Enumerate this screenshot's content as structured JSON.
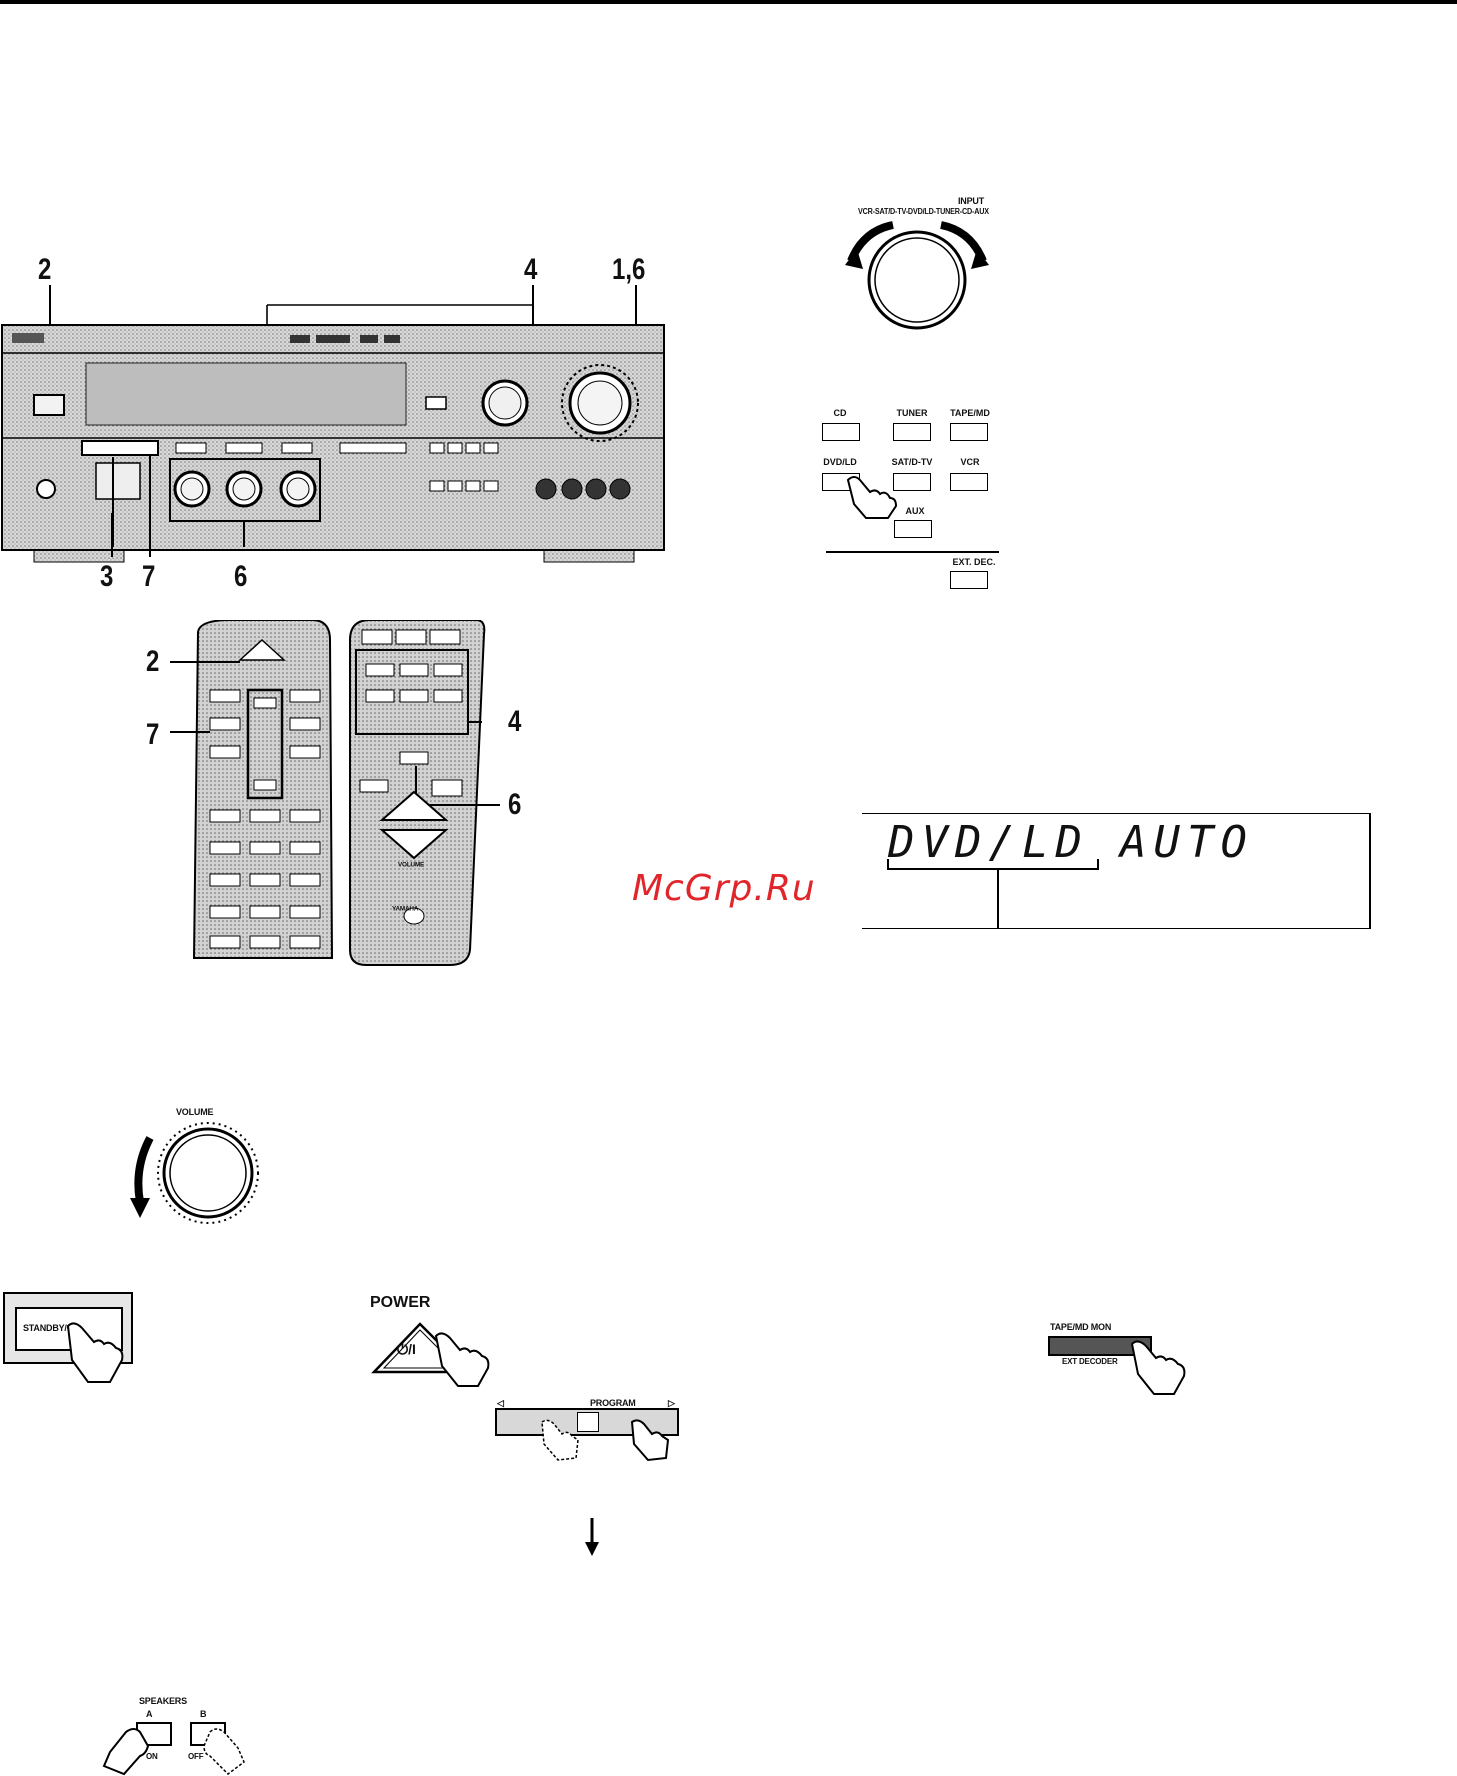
{
  "callouts": {
    "c2_top": "2",
    "c4_top": "4",
    "c16": "1,6",
    "c3": "3",
    "c7_bottom": "7",
    "c6_bottom": "6",
    "c2_remote": "2",
    "c7_remote": "7",
    "c4_remote": "4",
    "c6_remote": "6"
  },
  "input_dial": {
    "title": "INPUT",
    "sources": "VCR-SAT/D-TV-DVD/LD-TUNER-CD-AUX"
  },
  "input_buttons": [
    {
      "id": "cd",
      "label": "CD"
    },
    {
      "id": "tuner",
      "label": "TUNER"
    },
    {
      "id": "tape-md",
      "label": "TAPE/MD"
    },
    {
      "id": "dvd-ld",
      "label": "DVD/LD"
    },
    {
      "id": "sat-dtv",
      "label": "SAT/D-TV"
    },
    {
      "id": "vcr",
      "label": "VCR"
    },
    {
      "id": "aux",
      "label": "AUX"
    },
    {
      "id": "ext-dec",
      "label": "EXT. DEC."
    }
  ],
  "display": {
    "source": "DVD/LD",
    "mode": "AUTO"
  },
  "watermark": "McGrp.Ru",
  "volume_label": "VOLUME",
  "standby_label": "STANDBY/ON",
  "power": {
    "title": "POWER",
    "symbol": "⏻/I"
  },
  "program": {
    "label": "PROGRAM",
    "left_arrow": "◁",
    "right_arrow": "▷"
  },
  "tape_mon": {
    "label": "TAPE/MD MON",
    "sub": "EXT DECODER"
  },
  "speakers": {
    "title": "SPEAKERS",
    "a": "A",
    "b": "B",
    "on": "ON",
    "off": "OFF"
  },
  "remote_brand": "YAMAHA",
  "remote_volume": "VOLUME"
}
